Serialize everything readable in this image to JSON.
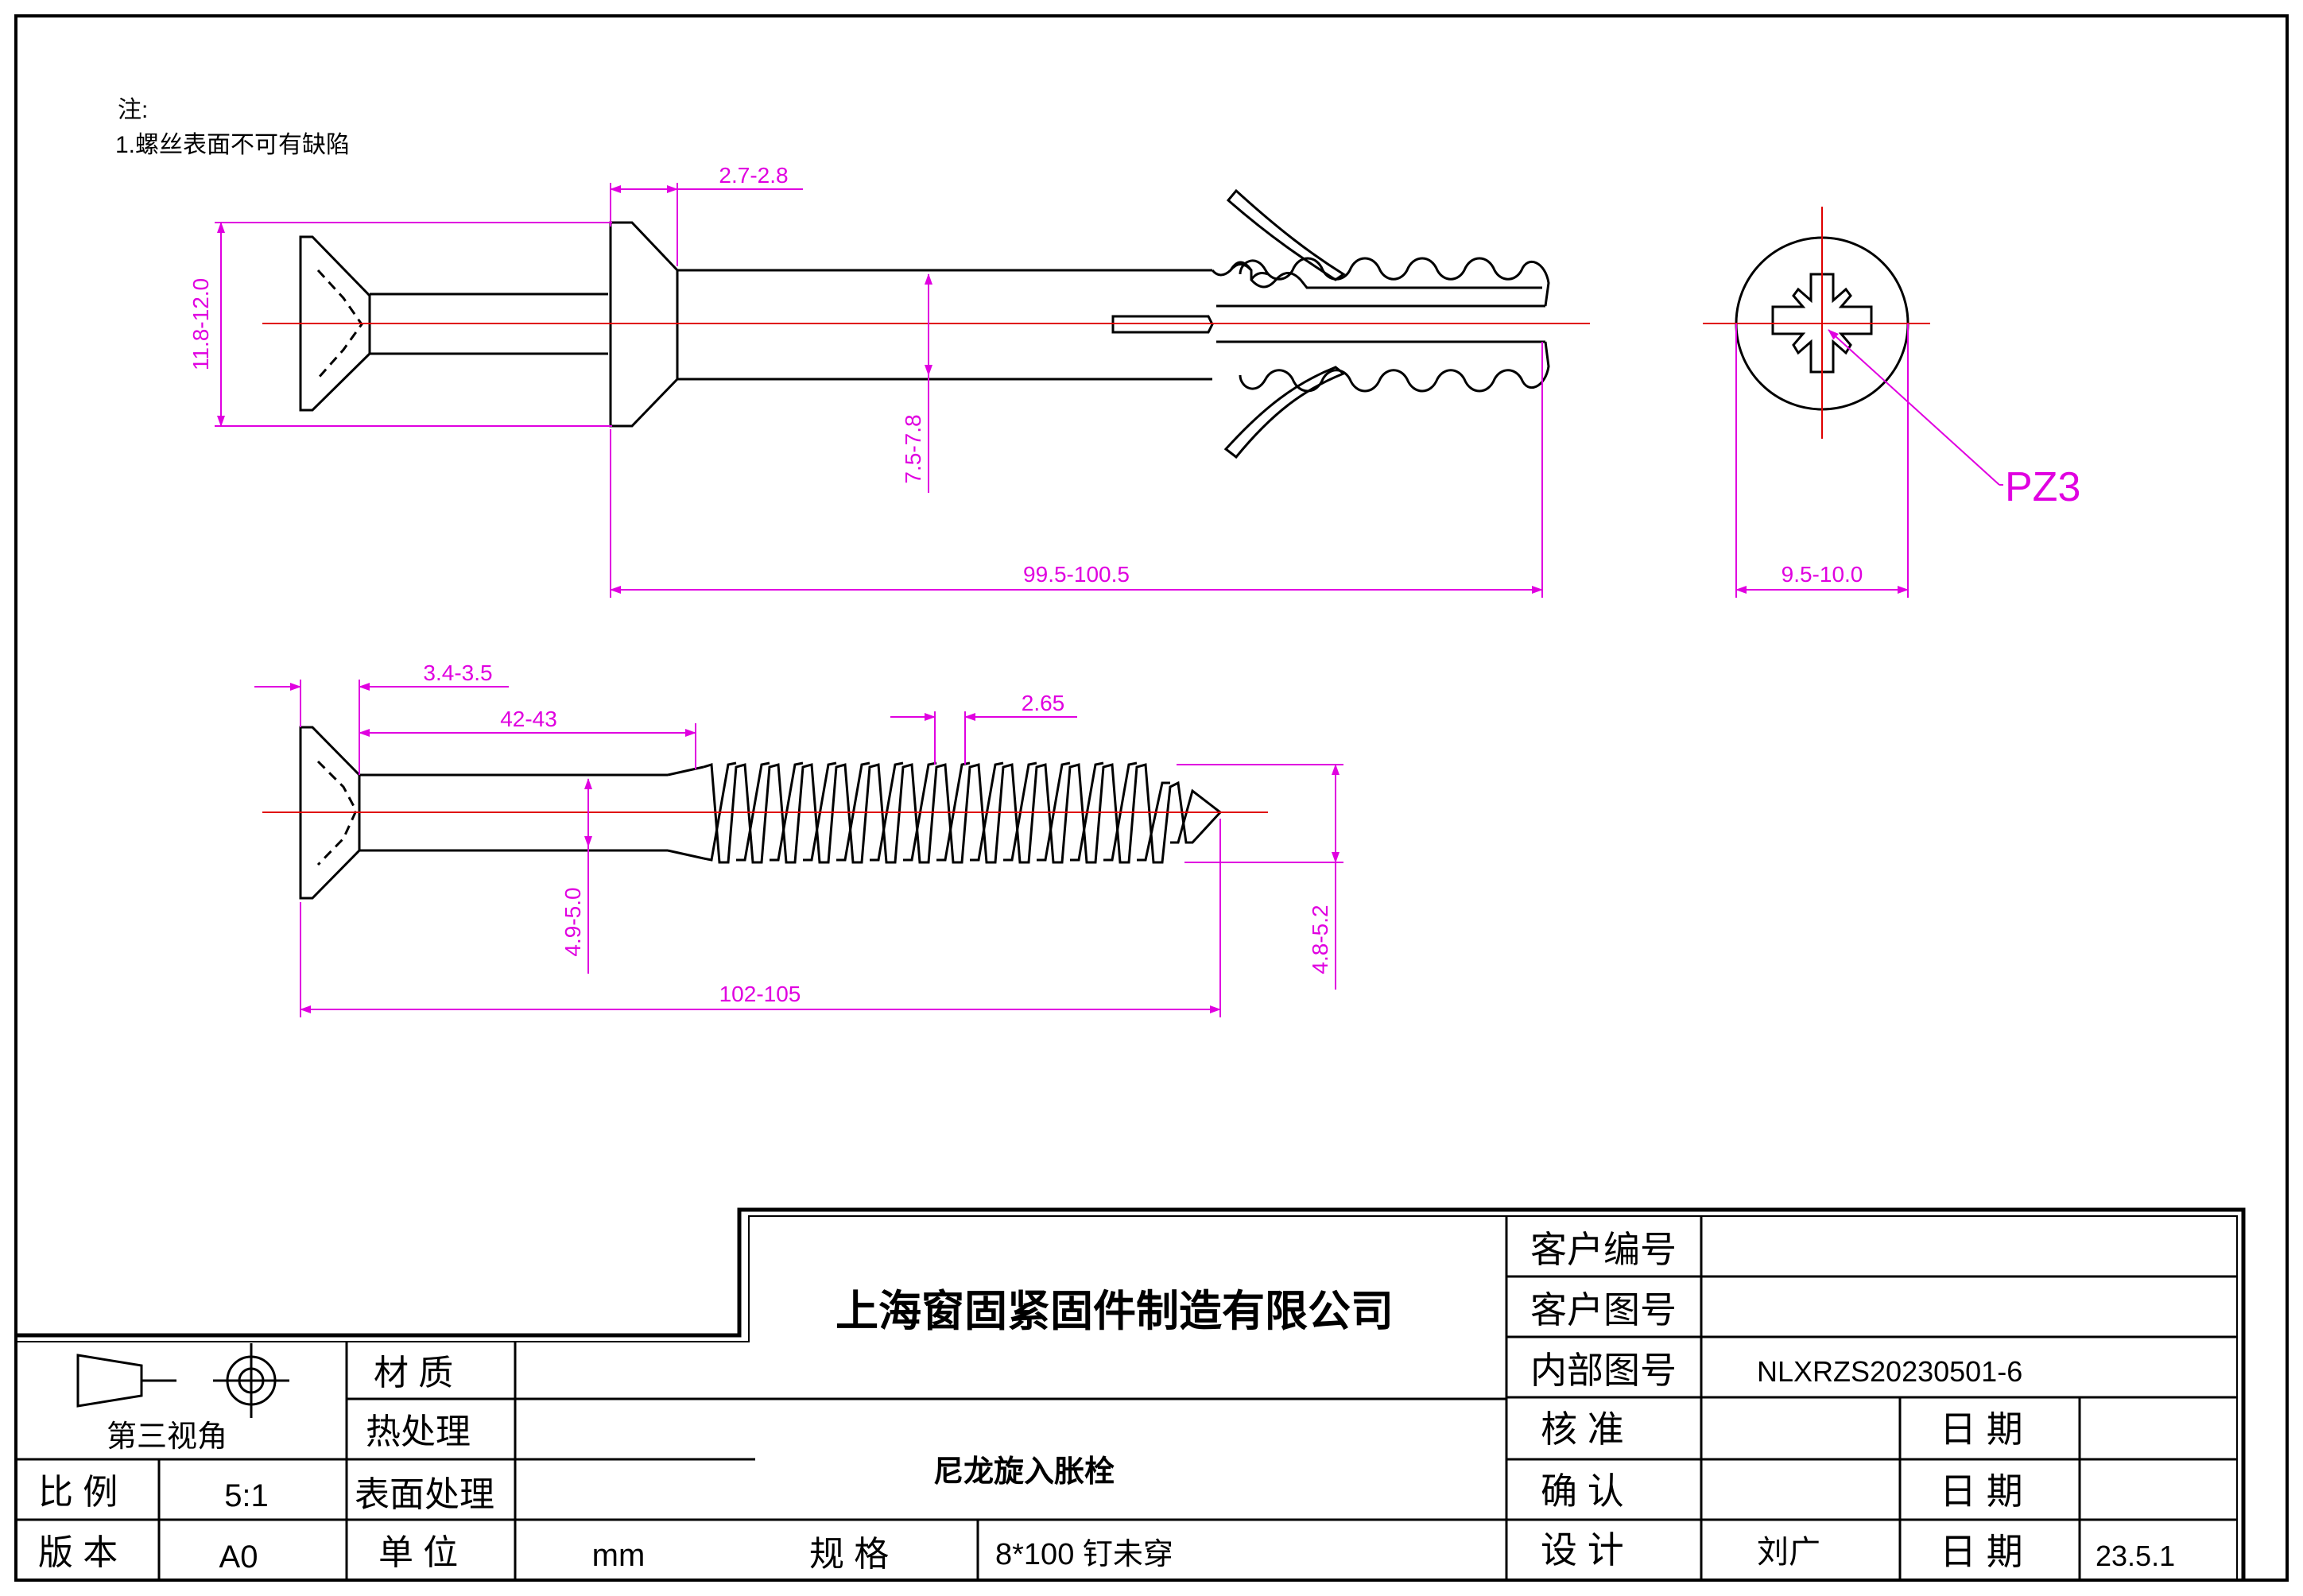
{
  "notes": {
    "heading": "注:",
    "item1": "1.螺丝表面不可有缺陷"
  },
  "dimensions": {
    "anchor_head_diameter": "11.8-12.0",
    "anchor_head_thickness": "2.7-2.8",
    "anchor_sleeve_diameter": "7.5-7.8",
    "anchor_length": "99.5-100.5",
    "anchor_outer_diameter": "9.5-10.0",
    "drive_type": "PZ3",
    "screw_head_thickness": "3.4-3.5",
    "screw_shank_length": "42-43",
    "screw_thread_pitch": "2.65",
    "screw_shank_diameter": "4.9-5.0",
    "screw_thread_diameter": "4.8-5.2",
    "screw_length": "102-105"
  },
  "title_block": {
    "projection_label": "第三视角",
    "scale_label": "比 例",
    "scale_value": "5:1",
    "version_label": "版 本",
    "version_value": "A0",
    "material_label": "材 质",
    "material_value": "",
    "heat_treatment_label": "热处理",
    "heat_treatment_value": "",
    "surface_treatment_label": "表面处理",
    "surface_treatment_value": "",
    "unit_label": "单 位",
    "unit_value": "mm",
    "company_name": "上海窗固紧固件制造有限公司",
    "part_name": "尼龙旋入胀栓",
    "spec_label": "规  格",
    "spec_value": "8*100 钉未穿",
    "customer_code_label": "客户编号",
    "customer_code_value": "",
    "customer_drawing_label": "客户图号",
    "customer_drawing_value": "",
    "internal_drawing_label": "内部图号",
    "internal_drawing_value": "NLXRZS20230501-6",
    "approve_label": "核  准",
    "approve_value": "",
    "confirm_label": "确  认",
    "confirm_value": "",
    "design_label": "设  计",
    "design_value": "刘广",
    "date_label_1": "日 期",
    "date_value_1": "",
    "date_label_2": "日 期",
    "date_value_2": "",
    "date_label_3": "日 期",
    "date_value_3": "23.5.1"
  },
  "colors": {
    "dimension": "#e000e0",
    "centerline": "#e00000",
    "outline": "#000000"
  }
}
